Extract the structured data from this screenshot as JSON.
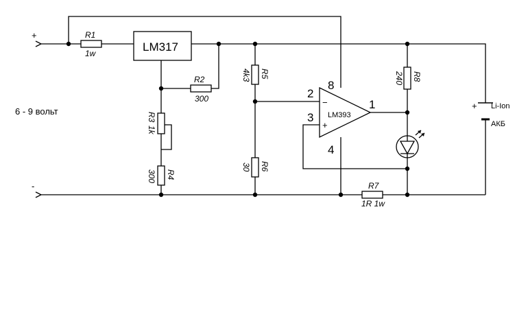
{
  "supply": {
    "plus": "+",
    "minus": "-",
    "voltage": "6 - 9 вольт"
  },
  "r1": {
    "name": "R1",
    "value": "1w"
  },
  "regulator": {
    "name": "LM317"
  },
  "r2": {
    "name": "R2",
    "value": "300"
  },
  "r3": {
    "name": "R3",
    "value": "1k"
  },
  "r4": {
    "name": "R4",
    "value": "300"
  },
  "r5": {
    "name": "R5",
    "value": "4k3"
  },
  "r6": {
    "name": "R6",
    "value": "30"
  },
  "comparator": {
    "name": "LM393",
    "pin1": "1",
    "pin2": "2",
    "pin3": "3",
    "pin4": "4",
    "pin8": "8",
    "minus": "−",
    "plus": "+"
  },
  "r7": {
    "name": "R7",
    "value": "1R 1w"
  },
  "r8": {
    "name": "R8",
    "value": "240"
  },
  "battery": {
    "plus": "+",
    "type": "Li-Ion",
    "label": "АКБ"
  }
}
